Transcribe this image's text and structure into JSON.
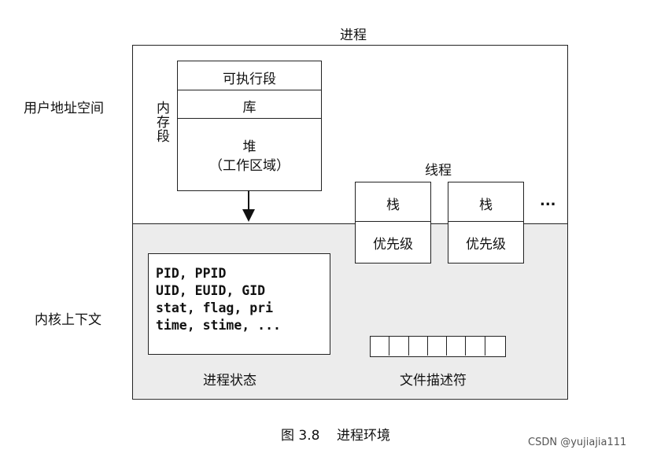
{
  "title": "进程",
  "user_space_label": "用户地址空间",
  "kernel_label": "内核上下文",
  "memory_segment_label": "内存段",
  "memory_segments": {
    "executable": "可执行段",
    "library": "库",
    "heap_line1": "堆",
    "heap_line2": "（工作区域）"
  },
  "threads_label": "线程",
  "threads": [
    {
      "stack": "栈",
      "priority": "优先级"
    },
    {
      "stack": "栈",
      "priority": "优先级"
    }
  ],
  "threads_more": "...",
  "process_state_lines": [
    "PID, PPID",
    "UID, EUID, GID",
    "stat, flag, pri",
    "time, stime, ..."
  ],
  "process_state_label": "进程状态",
  "file_descriptor_label": "文件描述符",
  "file_descriptor_cells": 7,
  "caption": "图 3.8    进程环境",
  "watermark": "CSDN @yujiajia111"
}
